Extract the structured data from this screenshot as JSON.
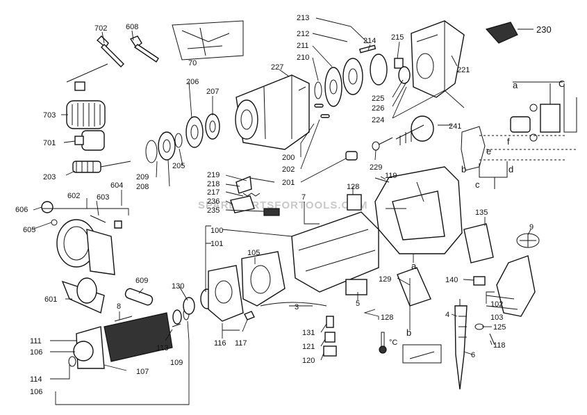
{
  "watermark": "SPAREPARTSFORTOOLS.COM",
  "part_labels": {
    "p702": "702",
    "p608": "608",
    "p70": "70",
    "p703": "703",
    "p701": "701",
    "p203": "203",
    "p206": "206",
    "p207": "207",
    "p209": "209",
    "p205": "205",
    "p208": "208",
    "p227": "227",
    "p213": "213",
    "p212": "212",
    "p211": "211",
    "p214": "214",
    "p215": "215",
    "p210": "210",
    "p230": "230",
    "p221": "221",
    "p225": "225",
    "p226": "226",
    "p224": "224",
    "p241": "241",
    "p229": "229",
    "p200": "200",
    "p202": "202",
    "p201": "201",
    "p219": "219",
    "p218": "218",
    "p217": "217",
    "p236": "236",
    "p235": "235",
    "p119": "119",
    "p128a": "128",
    "p602": "602",
    "p603": "603",
    "p604": "604",
    "p606": "606",
    "p605": "605",
    "p7": "7",
    "p100": "100",
    "p101": "101",
    "p105": "105",
    "p135": "135",
    "p9": "9",
    "p601": "601",
    "p609": "609",
    "p130": "130",
    "p8": "8",
    "p3": "3",
    "p5": "5",
    "p128b": "128",
    "p129": "129",
    "p140": "140",
    "p102": "102",
    "p103": "103",
    "p125": "125",
    "p118": "118",
    "p4": "4",
    "p6": "6",
    "p111": "111",
    "p106a": "106",
    "p113": "113",
    "p109": "109",
    "p116": "116",
    "p117": "117",
    "p131": "131",
    "p121": "121",
    "p120": "120",
    "p114": "114",
    "p107": "107",
    "p106b": "106",
    "temp_c": "°C"
  },
  "schematic_labels": {
    "a1": "a",
    "a2": "a",
    "b1": "b",
    "b2": "b",
    "c": "c",
    "d": "d",
    "e": "e",
    "f": "f",
    "c_top": "C"
  }
}
